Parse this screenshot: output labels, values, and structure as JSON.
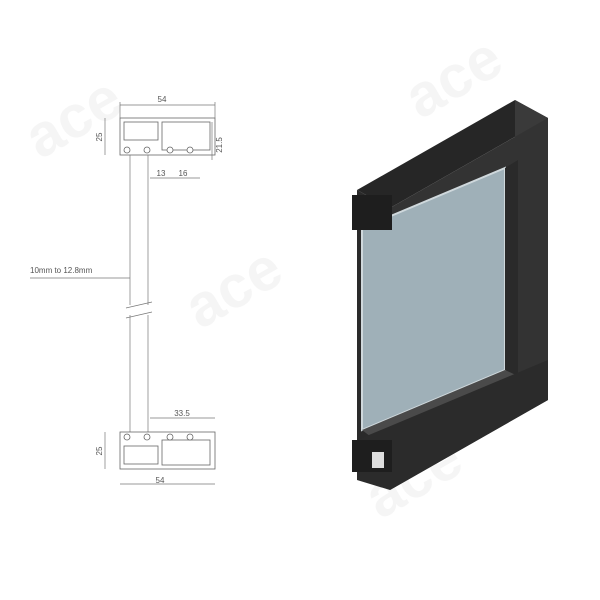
{
  "watermark": "ace",
  "drawing": {
    "top_width": "54",
    "top_height": "25",
    "top_inner_height": "21.5",
    "dim_13": "13",
    "dim_16": "16",
    "glass_thickness": "10mm to 12.8mm",
    "bottom_offset": "33.5",
    "bottom_height": "25",
    "bottom_width": "54"
  },
  "colors": {
    "frame": "#2f2f2f",
    "frame_side": "#3d3d3d",
    "glass": "#9fb0b8"
  }
}
